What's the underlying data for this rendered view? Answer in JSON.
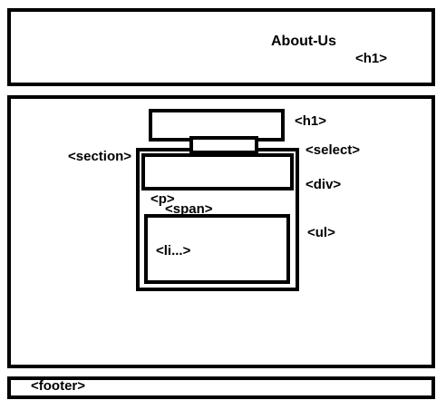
{
  "header": {
    "title": "About-Us",
    "tag": "<h1>"
  },
  "main": {
    "h1_tag": "<h1>",
    "select_tag": "<select>",
    "section_tag": "<section>",
    "div_tag": "<div>",
    "p_tag": "<p>",
    "span_tag": "<span>",
    "ul_tag": "<ul>",
    "li_tag": "<li...>"
  },
  "footer": {
    "tag": "<footer>"
  }
}
